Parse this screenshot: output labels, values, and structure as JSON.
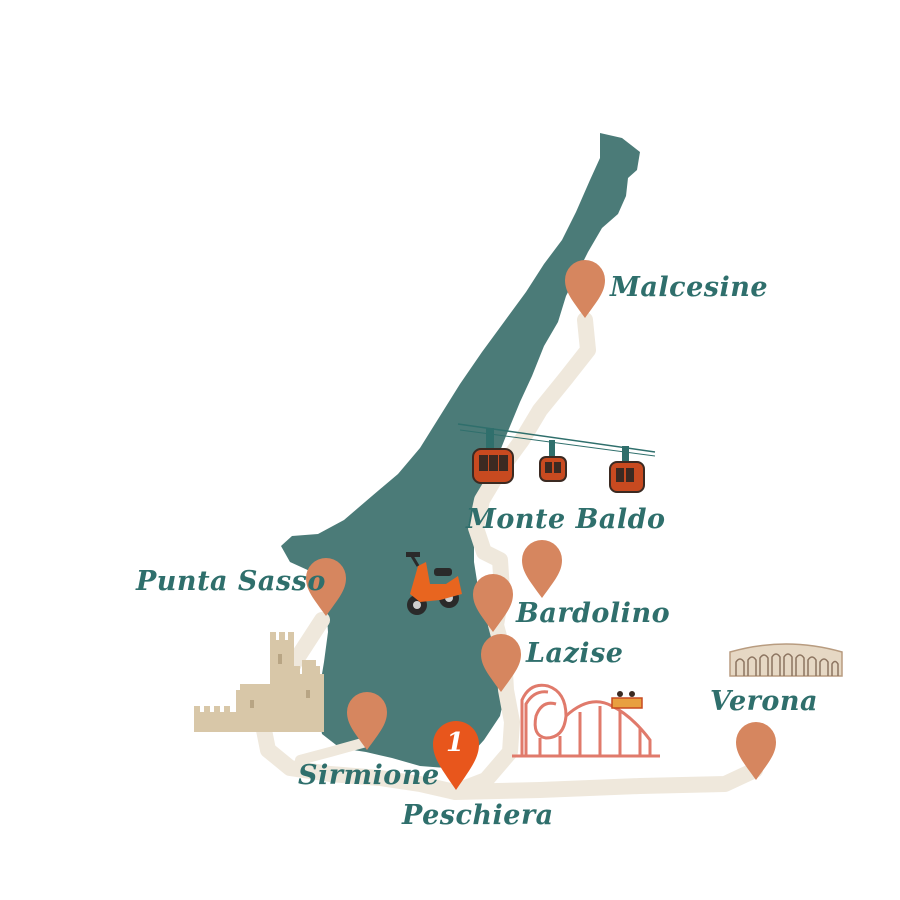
{
  "map": {
    "colors": {
      "lake": "#4b7b78",
      "route": "#efe8dc",
      "pin": "#d6865f",
      "pin_active": "#e8561c",
      "label": "#2f6f6c",
      "castle": "#d8c7a8",
      "coaster": "#e07a6b",
      "cable_car": "#c84a20",
      "vespa": "#e8651f"
    },
    "places": {
      "malcesine": "Malcesine",
      "monte_baldo": "Monte Baldo",
      "punta_sasso": "Punta Sasso",
      "bardolino": "Bardolino",
      "lazise": "Lazise",
      "verona": "Verona",
      "sirmione": "Sirmione",
      "peschiera": "Peschiera"
    },
    "active_stop": {
      "number": "1"
    },
    "icons": [
      "cable-car-icon",
      "vespa-scooter-icon",
      "castle-icon",
      "roller-coaster-icon",
      "arena-colosseum-icon"
    ]
  }
}
